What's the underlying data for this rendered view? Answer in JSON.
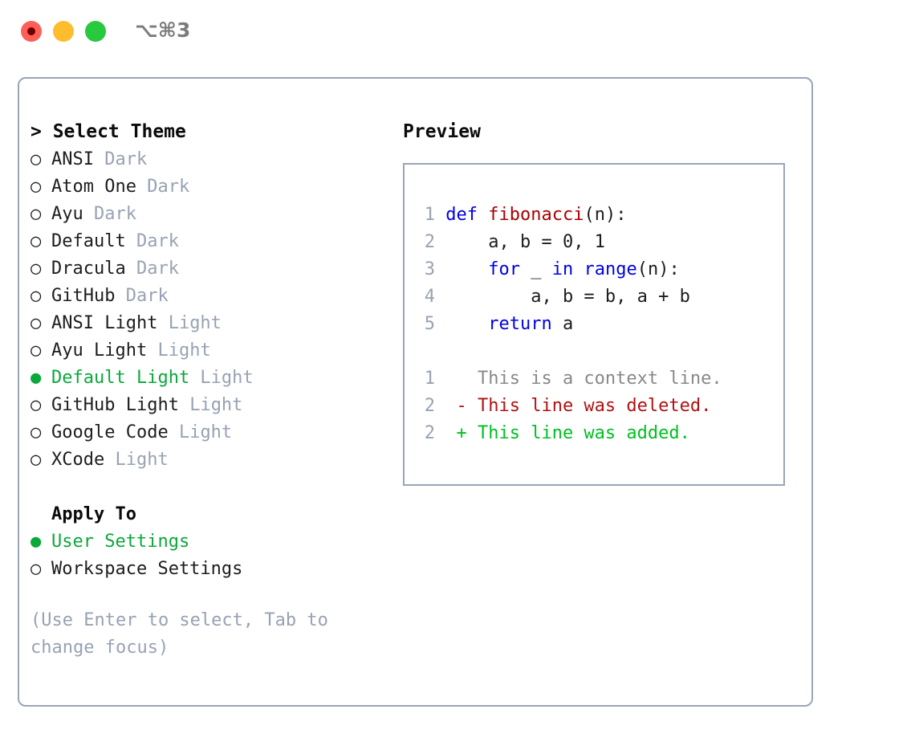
{
  "window": {
    "shortcut_label": "⌥⌘3",
    "traffic_lights": {
      "close_color": "#ff5f56",
      "minimize_color": "#ffbd2e",
      "maximize_color": "#27c93f"
    }
  },
  "colors": {
    "border": "#9aa5b8",
    "muted": "#98a2b3",
    "selected_green": "#0ba83a",
    "keyword_blue": "#0000e6",
    "function_red": "#aa0000",
    "diff_deleted": "#b01212",
    "diff_added": "#00bf21",
    "context_gray": "#888888",
    "text": "#1d1d1d"
  },
  "theme_list": {
    "header": "> Select Theme",
    "bullet_unselected": "○",
    "bullet_selected": "●",
    "items": [
      {
        "name": "ANSI",
        "tag": "Dark",
        "selected": false
      },
      {
        "name": "Atom One",
        "tag": "Dark",
        "selected": false
      },
      {
        "name": "Ayu",
        "tag": "Dark",
        "selected": false
      },
      {
        "name": "Default",
        "tag": "Dark",
        "selected": false
      },
      {
        "name": "Dracula",
        "tag": "Dark",
        "selected": false
      },
      {
        "name": "GitHub",
        "tag": "Dark",
        "selected": false
      },
      {
        "name": "ANSI Light",
        "tag": "Light",
        "selected": false
      },
      {
        "name": "Ayu Light",
        "tag": "Light",
        "selected": false
      },
      {
        "name": "Default Light",
        "tag": "Light",
        "selected": true
      },
      {
        "name": "GitHub Light",
        "tag": "Light",
        "selected": false
      },
      {
        "name": "Google Code",
        "tag": "Light",
        "selected": false
      },
      {
        "name": "XCode",
        "tag": "Light",
        "selected": false
      }
    ]
  },
  "apply_to": {
    "header": "Apply To",
    "options": [
      {
        "label": "User Settings",
        "selected": true
      },
      {
        "label": "Workspace Settings",
        "selected": false
      }
    ]
  },
  "hint": "(Use Enter to select, Tab to change focus)",
  "preview": {
    "title": "Preview",
    "code_lines": [
      {
        "number": "1",
        "tokens": [
          {
            "text": "def ",
            "kind": "kw"
          },
          {
            "text": "fibonacci",
            "kind": "fn"
          },
          {
            "text": "(n):",
            "kind": "plain"
          }
        ]
      },
      {
        "number": "2",
        "tokens": [
          {
            "text": "    a, b = 0, 1",
            "kind": "plain"
          }
        ]
      },
      {
        "number": "3",
        "tokens": [
          {
            "text": "    ",
            "kind": "plain"
          },
          {
            "text": "for",
            "kind": "kw"
          },
          {
            "text": " _ ",
            "kind": "plain"
          },
          {
            "text": "in",
            "kind": "kw"
          },
          {
            "text": " ",
            "kind": "plain"
          },
          {
            "text": "range",
            "kind": "kw"
          },
          {
            "text": "(n):",
            "kind": "plain"
          }
        ]
      },
      {
        "number": "4",
        "tokens": [
          {
            "text": "        a, b = b, a + b",
            "kind": "plain"
          }
        ]
      },
      {
        "number": "5",
        "tokens": [
          {
            "text": "    ",
            "kind": "plain"
          },
          {
            "text": "return",
            "kind": "kw"
          },
          {
            "text": " a",
            "kind": "plain"
          }
        ]
      }
    ],
    "diff_lines": [
      {
        "number": "1",
        "marker": " ",
        "text": "This is a context line.",
        "kind": "ctx"
      },
      {
        "number": "2",
        "marker": "-",
        "text": "This line was deleted.",
        "kind": "del"
      },
      {
        "number": "2",
        "marker": "+",
        "text": "This line was added.",
        "kind": "add"
      }
    ]
  }
}
